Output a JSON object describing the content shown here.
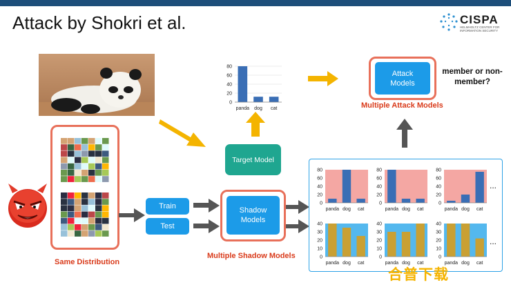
{
  "slide": {
    "title": "Attack by Shokri et al.",
    "logo": {
      "name": "CISPA",
      "subtitle": "HELMHOLTZ CENTER FOR INFORMATION SECURITY"
    }
  },
  "labels": {
    "same_distribution": "Same Distribution",
    "train": "Train",
    "test": "Test",
    "shadow_models": "Shadow Models",
    "multiple_shadow_models": "Multiple Shadow Models",
    "target_model": "Target Model",
    "attack_models": "Attack Models",
    "multiple_attack_models": "Multiple Attack Models",
    "member_or_nonmember": "member or non-member?",
    "ellipsis": "...",
    "watermark": "合普下载"
  },
  "colors": {
    "red_outline": "#e8705a",
    "blue_button": "#1c9be8",
    "teal_button": "#1fa690",
    "arrow_gray": "#555555",
    "arrow_yellow": "#f4b400",
    "bar_blue": "#3a6eb5",
    "bar_gold": "#c9a033",
    "bg_pink": "#f4a7a3",
    "bg_cyan": "#54b8ee",
    "top_bar": "#1d4e7a"
  },
  "chart_data": [
    {
      "type": "bar",
      "id": "target",
      "categories": [
        "panda",
        "dog",
        "cat"
      ],
      "values": [
        80,
        12,
        12
      ],
      "ylim": [
        0,
        80
      ],
      "yticks": [
        0,
        20,
        40,
        60,
        80
      ],
      "background": "none",
      "bar_color": "#3a6eb5"
    },
    {
      "type": "bar",
      "id": "shadow-1",
      "categories": [
        "panda",
        "dog",
        "cat"
      ],
      "values": [
        10,
        80,
        10
      ],
      "ylim": [
        0,
        80
      ],
      "yticks": [
        0,
        20,
        40,
        60,
        80
      ],
      "background": "#f4a7a3",
      "bar_color": "#3a6eb5"
    },
    {
      "type": "bar",
      "id": "shadow-2",
      "categories": [
        "panda",
        "dog",
        "cat"
      ],
      "values": [
        80,
        10,
        10
      ],
      "ylim": [
        0,
        80
      ],
      "yticks": [
        0,
        20,
        40,
        60,
        80
      ],
      "background": "#f4a7a3",
      "bar_color": "#3a6eb5"
    },
    {
      "type": "bar",
      "id": "shadow-3",
      "categories": [
        "panda",
        "dog",
        "cat"
      ],
      "values": [
        5,
        20,
        75
      ],
      "ylim": [
        0,
        80
      ],
      "yticks": [
        0,
        20,
        40,
        60,
        80
      ],
      "background": "#f4a7a3",
      "bar_color": "#3a6eb5"
    },
    {
      "type": "bar",
      "id": "shadow-4",
      "categories": [
        "panda",
        "dog",
        "cat"
      ],
      "values": [
        40,
        35,
        25
      ],
      "ylim": [
        0,
        40
      ],
      "yticks": [
        0,
        10,
        20,
        30,
        40
      ],
      "background": "#54b8ee",
      "bar_color": "#c9a033"
    },
    {
      "type": "bar",
      "id": "shadow-5",
      "categories": [
        "panda",
        "dog",
        "cat"
      ],
      "values": [
        30,
        30,
        40
      ],
      "ylim": [
        0,
        40
      ],
      "yticks": [
        0,
        10,
        20,
        30,
        40
      ],
      "background": "#54b8ee",
      "bar_color": "#c9a033"
    },
    {
      "type": "bar",
      "id": "shadow-6",
      "categories": [
        "panda",
        "dog",
        "cat"
      ],
      "values": [
        40,
        40,
        22
      ],
      "ylim": [
        0,
        40
      ],
      "yticks": [
        0,
        10,
        20,
        30,
        40
      ],
      "background": "#54b8ee",
      "bar_color": "#c9a033"
    }
  ]
}
